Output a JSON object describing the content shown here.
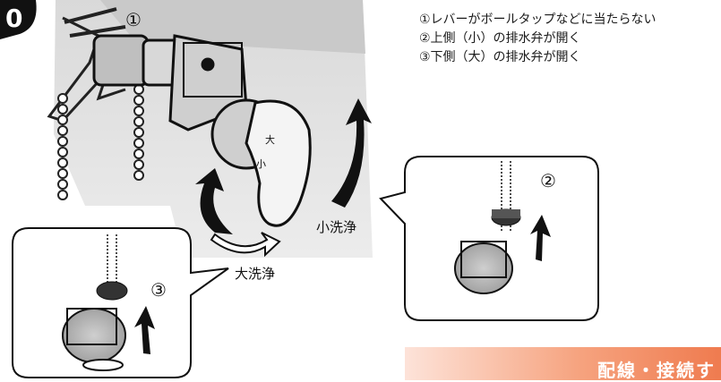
{
  "step_badge": "0",
  "callouts": [
    "①レバーがボールタップなどに当たらない",
    "②上側（小）の排水弁が開く",
    "③下側（大）の排水弁が開く"
  ],
  "markers": {
    "main": "①",
    "inset_small": "②",
    "inset_large": "③"
  },
  "labels": {
    "small_flush": "小洗浄",
    "large_flush": "大洗浄"
  },
  "lever_marks": {
    "large": "大",
    "small": "小"
  },
  "section_banner": "配線・接続す",
  "colors": {
    "banner_start": "#fde3d9",
    "banner_end": "#ef7b4f",
    "panel_gray": "#e2e2e2",
    "badge": "#111111"
  }
}
